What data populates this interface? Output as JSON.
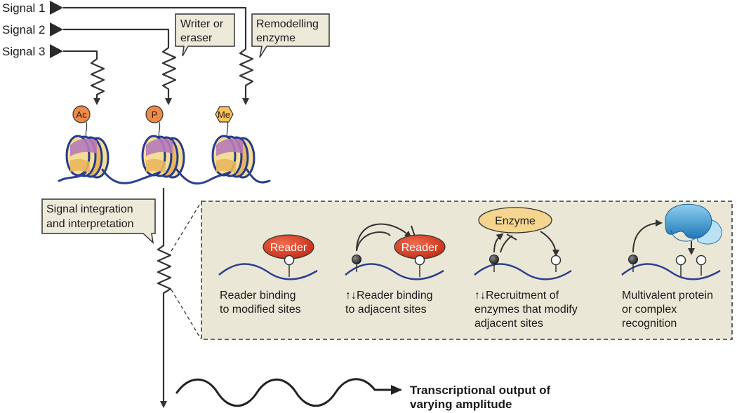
{
  "signals": [
    "Signal 1",
    "Signal 2",
    "Signal 3"
  ],
  "callouts": {
    "writer_eraser": [
      "Writer or",
      "eraser"
    ],
    "remodelling": [
      "Remodelling",
      "enzyme"
    ],
    "integration": [
      "Signal integration",
      "and interpretation"
    ]
  },
  "marks": [
    "Ac",
    "P",
    "Me"
  ],
  "panel": {
    "reader_label": "Reader",
    "enzyme_label": "Enzyme",
    "captions": [
      [
        "Reader binding",
        "to modified sites"
      ],
      [
        "↑↓Reader binding",
        "to adjacent sites"
      ],
      [
        "↑↓Recruitment of",
        "enzymes that modify",
        "adjacent sites"
      ],
      [
        "Multivalent protein",
        "or complex",
        "recognition"
      ]
    ]
  },
  "output": [
    "Transcriptional output of",
    "varying amplitude"
  ],
  "colors": {
    "dna": "#2d3f8f",
    "line": "#333333",
    "callout_fill": "#eeead9",
    "panel_fill": "#eae7d6",
    "reader_fill": "#d9361e",
    "enzyme_fill": "#f6d58e",
    "mark_fill": "#ef8a48",
    "complex_fill": "#2b8ccd",
    "nuc_yellow": "#f5dd95",
    "nuc_orange": "#e9b65f",
    "nuc_purple": "#b77ab9",
    "nuc_blue": "#253b8d"
  }
}
